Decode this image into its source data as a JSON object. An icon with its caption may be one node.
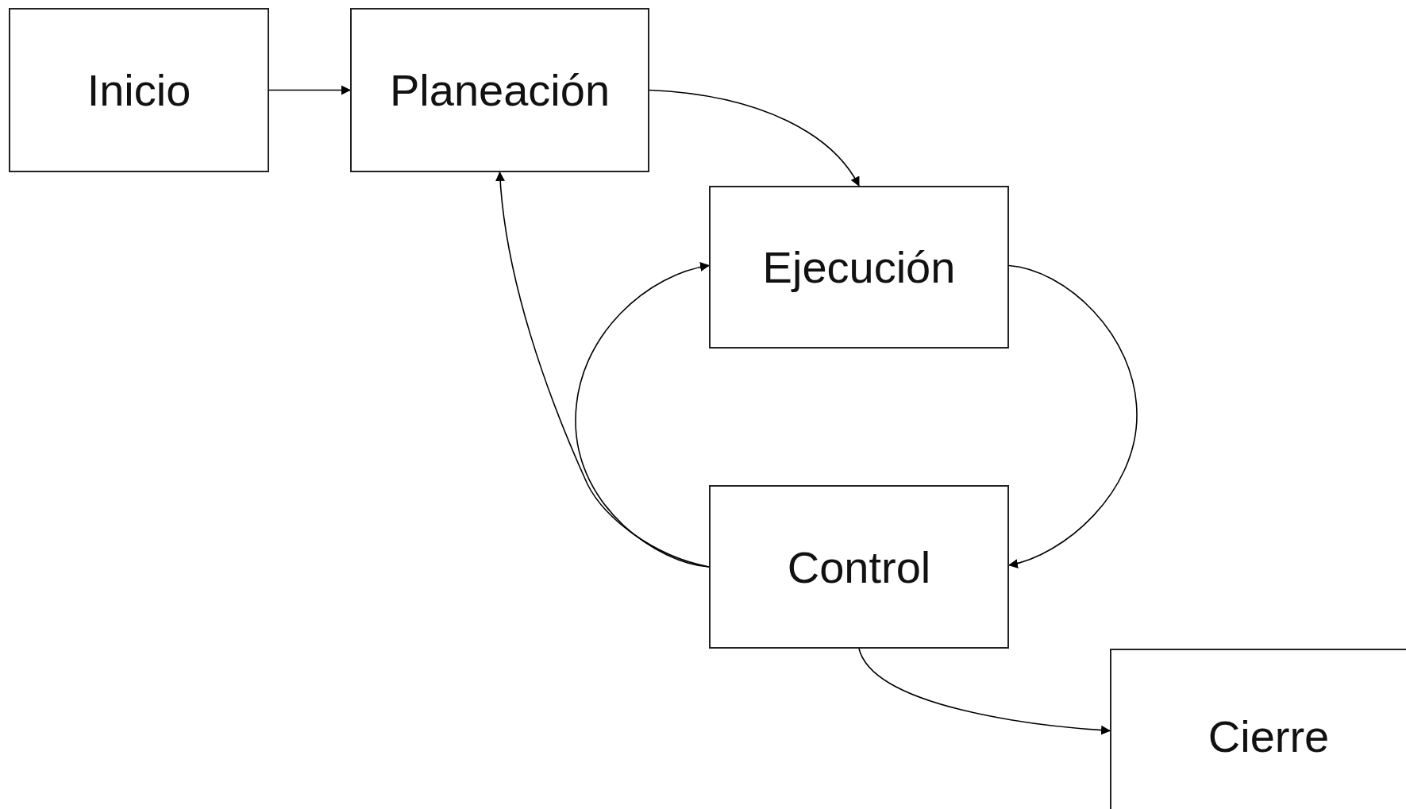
{
  "diagram": {
    "nodes": [
      {
        "text": [
          "Inicio"
        ]
      },
      {
        "text": [
          "Planeación"
        ]
      },
      {
        "text": [
          "Ejecución"
        ]
      },
      {
        "text": [
          "Control"
        ]
      },
      {
        "text": [
          "Cierre"
        ]
      }
    ],
    "edges": [
      {
        "from": 0,
        "to": 1,
        "arrow": "to"
      },
      {
        "from": 1,
        "to": 2,
        "arrow": "to"
      },
      {
        "from": 2,
        "to": 3,
        "arrow": "to"
      },
      {
        "from": 3,
        "to": 2,
        "arrow": "to"
      },
      {
        "from": 3,
        "to": 1,
        "arrow": "to"
      },
      {
        "from": 3,
        "to": 4,
        "arrow": "to"
      }
    ]
  }
}
